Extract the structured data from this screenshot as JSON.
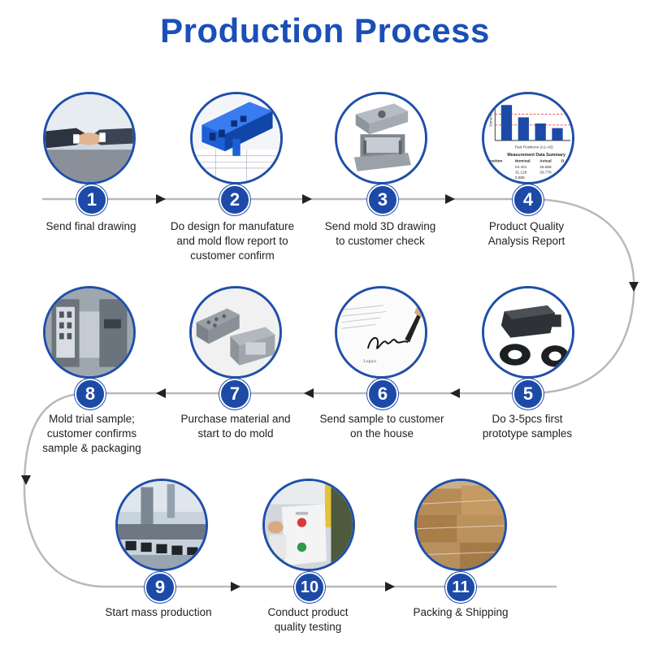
{
  "title": "Production Process",
  "colors": {
    "accent": "#1c4aa6",
    "line": "#b9b9b9",
    "arrow": "#222222"
  },
  "steps": [
    {
      "num": "1",
      "label": "Send final drawing",
      "photo": "handshake"
    },
    {
      "num": "2",
      "label": "Do design for manufature\nand mold flow report to\ncustomer confirm",
      "photo": "3d-mold-design"
    },
    {
      "num": "3",
      "label": "Send mold 3D drawing\nto customer check",
      "photo": "mold-3d-render"
    },
    {
      "num": "4",
      "label": "Product Quality\nAnalysis Report",
      "photo": "analysis-report"
    },
    {
      "num": "5",
      "label": "Do 3-5pcs first\nprototype samples",
      "photo": "prototype-samples"
    },
    {
      "num": "6",
      "label": "Send sample to customer\non the house",
      "photo": "signature"
    },
    {
      "num": "7",
      "label": "Purchase material and\nstart to do mold",
      "photo": "steel-mold"
    },
    {
      "num": "8",
      "label": "Mold trial sample;\ncustomer confirms\nsample & packaging",
      "photo": "mold-machine"
    },
    {
      "num": "9",
      "label": "Start mass production",
      "photo": "production-line"
    },
    {
      "num": "10",
      "label": "Conduct product\nquality testing",
      "photo": "testing-machine"
    },
    {
      "num": "11",
      "label": "Packing & Shipping",
      "photo": "boxes"
    }
  ],
  "report": {
    "axis_label": "Dimension",
    "x_caption": "Part Positions (A1-A5)",
    "table_title": "Measurement Data Summary",
    "table_headers": [
      "Position",
      "Nominal",
      "Actual",
      "D"
    ],
    "table_rows": [
      [
        "",
        "04.401",
        "25.558"
      ],
      [
        "",
        "31.126",
        "29.778"
      ],
      [
        "",
        "0.886",
        ""
      ]
    ]
  },
  "signature_text": "Chlin",
  "signature_caption": "Logico"
}
